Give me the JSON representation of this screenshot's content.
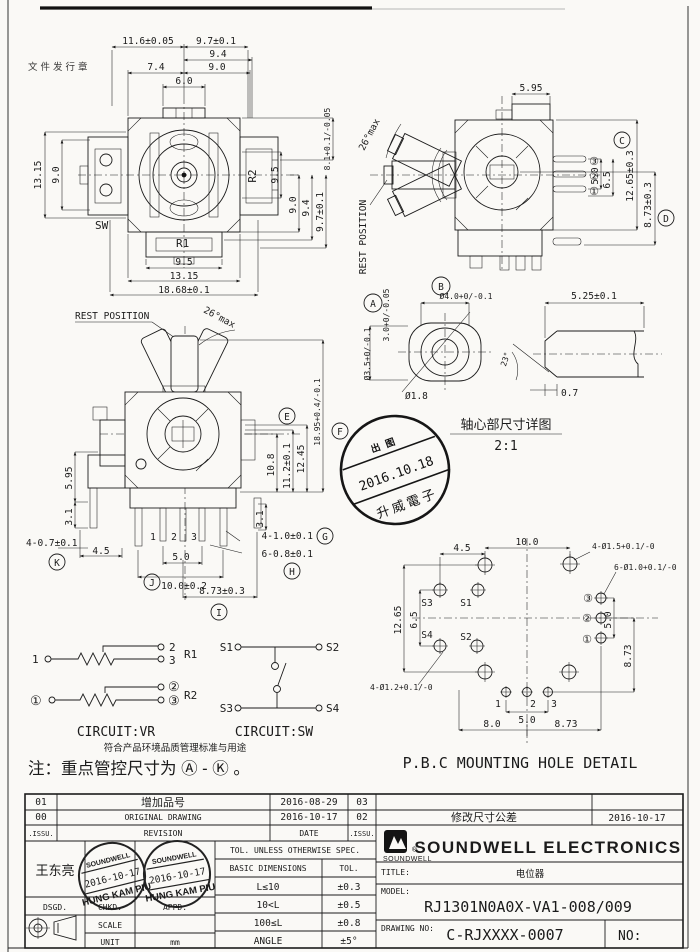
{
  "page": {
    "doc_stamp": "文件发行章"
  },
  "top_view": {
    "d1": "11.6±0.05",
    "d2": "9.7±0.1",
    "d3": "9.4",
    "d4": "7.4",
    "d5": "9.0",
    "d6": "6.0",
    "d7": "13.15",
    "d8": "9.0",
    "d9": "8.1+0.1/-0.05",
    "d10": "9.5",
    "d11": "9.0",
    "d12": "9.4",
    "d13": "9.7±0.1",
    "d14": "9.5",
    "d15": "13.15",
    "d16": "18.68±0.1",
    "sw": "SW",
    "r1": "R1",
    "r2": "R2"
  },
  "side_view": {
    "rest": "REST POSITION",
    "angle": "26°max",
    "d1": "5.95",
    "p3": "③",
    "p2": "②",
    "p1": "①",
    "d2": "5.0",
    "d3": "6.5",
    "d4": "12.65±0.3",
    "d5": "8.73±0.3",
    "cC": "C",
    "cD": "D"
  },
  "front_view": {
    "rest": "REST POSITION",
    "angle": "26°max",
    "dl1": "5.95",
    "dl2": "3.1",
    "k_dim": "4-0.7±0.1",
    "cK": "K",
    "d45": "4.5",
    "p1": "1",
    "p2": "2",
    "p3": "3",
    "d50": "5.0",
    "cJ": "J",
    "dj": "10.0±0.2",
    "di": "8.73±0.3",
    "cI": "I",
    "dr1": "10.8",
    "dr2": "11.2±0.1",
    "cE": "E",
    "dr3": "12.45",
    "dr4": "18.95+0.4/-0.1",
    "cF": "F",
    "dr5": "3.1",
    "g_dim": "4-1.0±0.1",
    "cG": "G",
    "h_dim": "6-0.8±0.1",
    "cH": "H"
  },
  "shaft_detail": {
    "cA": "A",
    "a_dim": "3.0+0/-0.05",
    "cB": "B",
    "b_dim": "Ø4.0+0/-0.1",
    "d35": "Ø3.5+0/-0.1",
    "d18": "Ø1.8",
    "d525": "5.25±0.1",
    "d23": "23°",
    "d07": "0.7",
    "title": "轴心部尺寸详图",
    "scale": "2:1"
  },
  "release_stamp": {
    "l1": "出图",
    "l2": "2016.10.18",
    "l3": "升威電子"
  },
  "pcb": {
    "d45": "4.5",
    "d100": "10.0",
    "h15": "4-Ø1.5+0.1/-0",
    "h10": "6-Ø1.0+0.1/-0",
    "h12": "4-Ø1.2+0.1/-0",
    "d1265": "12.65",
    "d65": "6.5",
    "d50r": "5.0",
    "d873r": "8.73",
    "s1": "S1",
    "s2": "S2",
    "s3": "S3",
    "s4": "S4",
    "c1": "①",
    "c2": "②",
    "c3": "③",
    "p1": "1",
    "p2": "2",
    "p3": "3",
    "d50b": "5.0",
    "d80": "8.0",
    "d873b": "8.73",
    "title": "P.B.C MOUNTING HOLE DETAIL"
  },
  "circuit": {
    "t1": "1",
    "t2": "2",
    "t3": "3",
    "r1": "R1",
    "tc1": "①",
    "tc2": "②",
    "tc3": "③",
    "r2": "R2",
    "s1": "S1",
    "s2": "S2",
    "s3": "S3",
    "s4": "S4",
    "vr": "CIRCUIT:VR",
    "sw": "CIRCUIT:SW",
    "note1": "符合产品环境品质管理标准与用途",
    "note2": "注：重点管控尺寸为 Ⓐ - Ⓚ 。"
  },
  "title_block": {
    "rev": {
      "rows": [
        {
          "no": "01",
          "desc": "增加品号",
          "date": "2016-08-29"
        },
        {
          "no": "00",
          "desc": "ORIGINAL  DRAWING",
          "date": "2016-10-17"
        }
      ],
      "rrows": [
        {
          "no": "03",
          "desc": "",
          "date": ""
        },
        {
          "no": "02",
          "desc": "修改尺寸公差",
          "date": "2016-10-17"
        }
      ],
      "issu": ".ISSU.",
      "revision": "REVISION",
      "date": "DATE"
    },
    "approval": {
      "designer": "王东亮",
      "dsgd": "DSGD.",
      "chkd": "CHKD.",
      "appd": "APPD.",
      "scale": "SCALE",
      "unit": "UNIT",
      "unit_value": "mm",
      "stamp_co": "SOUNDWELL",
      "stamp_date": "2016-10-17",
      "stamp_name": "HUNG KAM PIU"
    },
    "tol": {
      "header": "TOL. UNLESS OTHERWISE SPEC.",
      "c1": "BASIC DIMENSIONS",
      "c2": "TOL.",
      "rows": [
        [
          "L≤10",
          "±0.3"
        ],
        [
          "10<L",
          "±0.5"
        ],
        [
          "100≤L",
          "±0.8"
        ],
        [
          "ANGLE",
          "±5°"
        ]
      ]
    },
    "company": {
      "logo": "SOUNDWELL",
      "reg": "®",
      "name": "SOUNDWELL ELECTRONICS"
    },
    "title_label": "TITLE:",
    "title_value": "电位器",
    "model_label": "MODEL:",
    "model_value": "RJ1301N0A0X-VA1-008/009",
    "drawing_label": "DRAWING NO:",
    "drawing_value": "C-RJXXXX-0007",
    "no_label": "NO:"
  }
}
